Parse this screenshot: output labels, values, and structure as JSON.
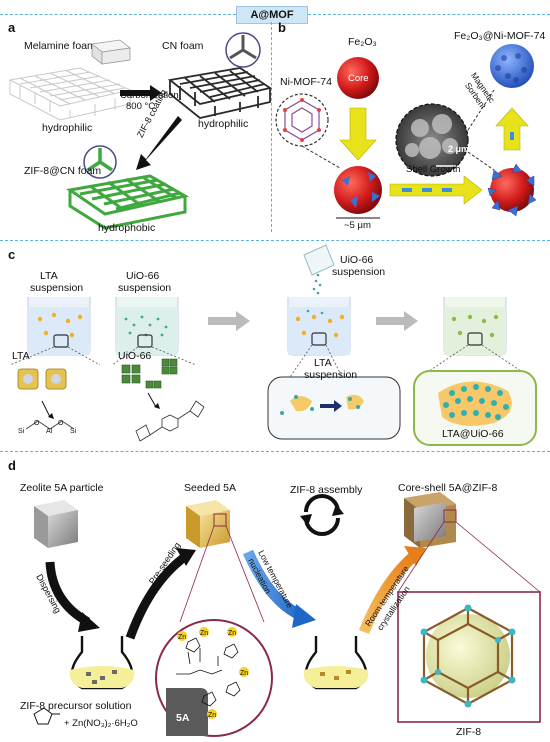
{
  "header": {
    "badge": "A@MOF"
  },
  "panel_a": {
    "letter": "a",
    "melamine_foam": "Melamine foam",
    "cn_foam": "CN foam",
    "carbonization_line1": "Carbonization",
    "carbonization_line2": "800 °C",
    "hydrophilic_left": "hydrophilic",
    "hydrophilic_right": "hydrophilic",
    "zif8_coating": "ZIF-8 coating",
    "zif8_cn_foam": "ZIF-8@CN foam",
    "hydrophobic": "hydrophobic"
  },
  "panel_b": {
    "letter": "b",
    "fe2o3": "Fe₂O₃",
    "fe2o3_ni_mof": "Fe₂O₃@Ni-MOF-74",
    "ni_mof": "Ni-MOF-74",
    "core": "Core",
    "magnetic_sorbent_1": "Magnetic",
    "magnetic_sorbent_2": "Sorbent",
    "scale_2um": "2 μm",
    "scale_5um": "~5 μm",
    "shell_growth": "Shell Growth"
  },
  "panel_c": {
    "letter": "c",
    "lta_suspension_1": "LTA",
    "lta_suspension_2": "suspension",
    "uio_suspension_1": "UiO-66",
    "uio_suspension_2": "suspension",
    "uio_pour_1": "UiO-66",
    "uio_pour_2": "suspension",
    "lta_suspension_mid_1": "LTA",
    "lta_suspension_mid_2": "suspension",
    "lta_label": "LTA",
    "uio_label": "UiO-66",
    "si_left": "Si",
    "al": "Al",
    "si_right": "Si",
    "o_left": "O",
    "o_right": "O",
    "product": "LTA@UiO-66"
  },
  "panel_d": {
    "letter": "d",
    "zeolite": "Zeolite 5A particle",
    "seeded": "Seeded 5A",
    "assembly": "ZIF-8 assembly",
    "core_shell": "Core-shell 5A@ZIF-8",
    "dispersing": "Dispersing",
    "pre_seeding": "Pre-seeding",
    "low_temp_1": "Low temperature",
    "low_temp_2": "nucleation",
    "room_temp_1": "Room temperature",
    "room_temp_2": "crystallization",
    "precursor": "ZIF-8 precursor solution",
    "reagent": "+ Zn(NO₃)₂·6H₂O",
    "five_a": "5A",
    "zif8": "ZIF-8",
    "zn": "Zn"
  },
  "colors": {
    "divider": "#5ab1de",
    "arrow_yellow": "#e8e21a",
    "core_red": "#d11a1a",
    "mof_blue": "#3d6fd1",
    "zeolite_gold": "#e6c251",
    "product_green": "#8db84a"
  }
}
